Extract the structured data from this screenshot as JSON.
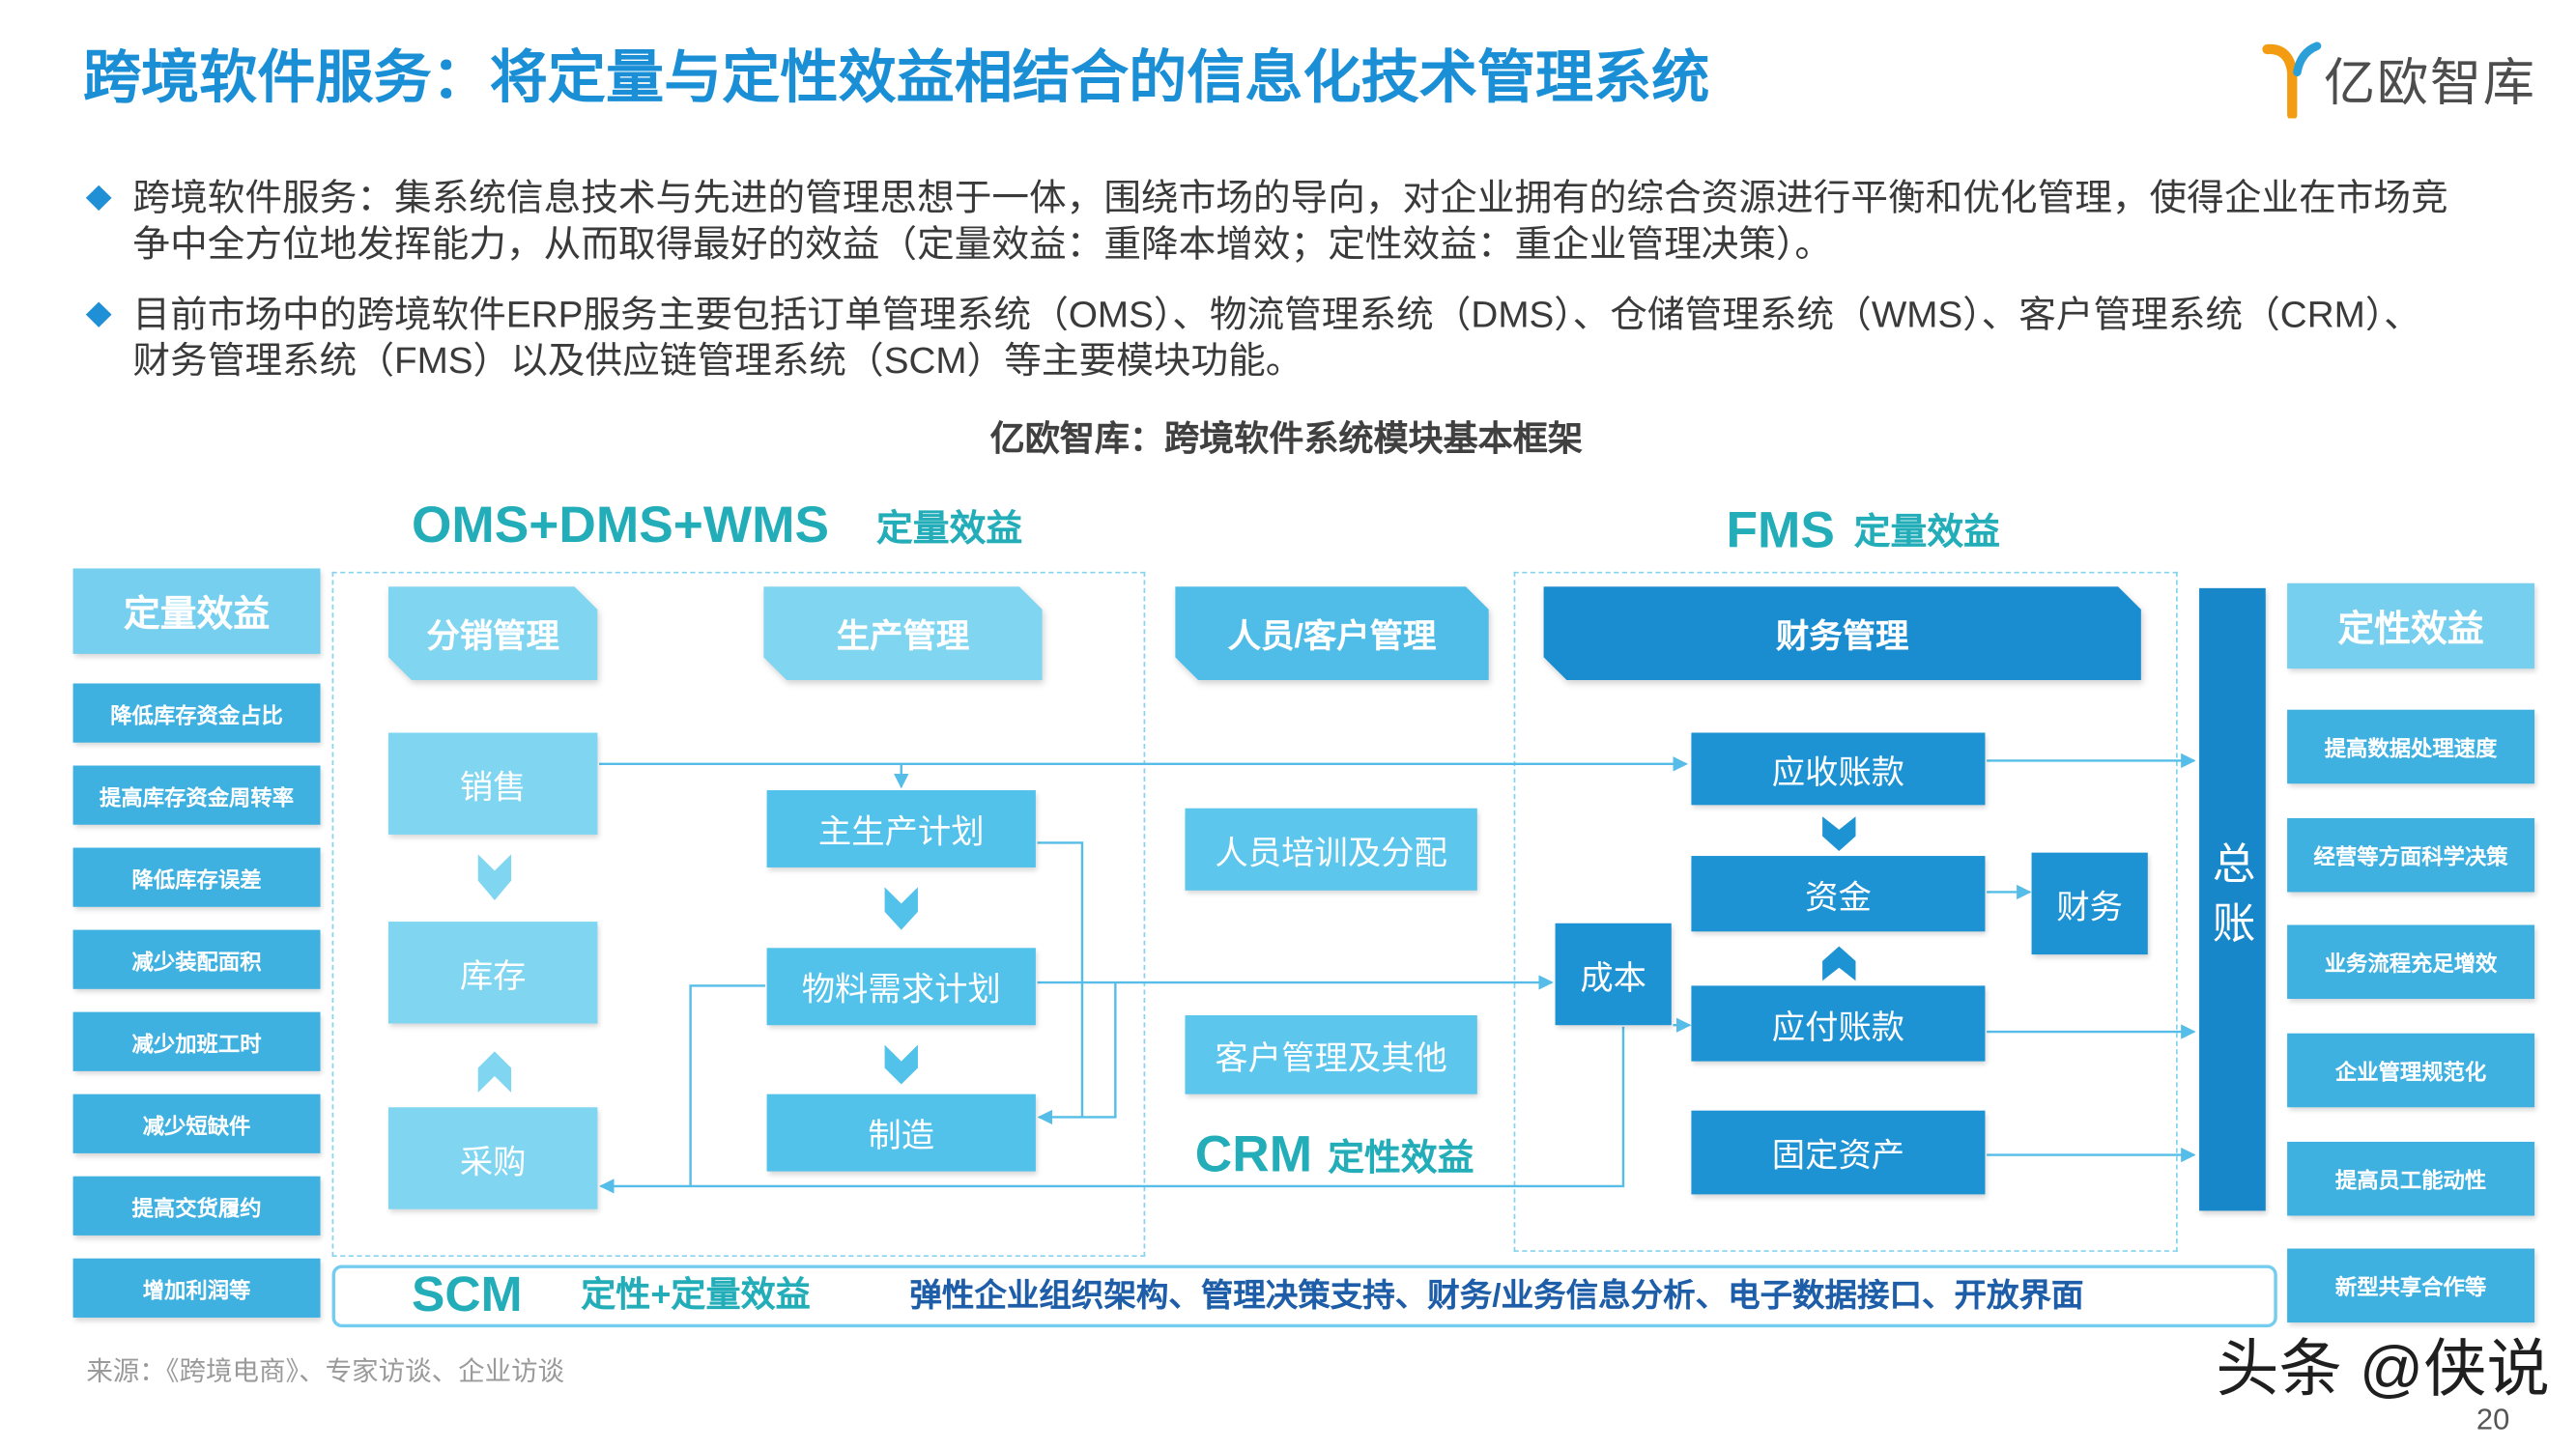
{
  "slide": {
    "title": "跨境软件服务：将定量与定性效益相结合的信息化技术管理系统",
    "logo_text": "亿欧智库",
    "source": "来源：《跨境电商》、专家访谈、企业访谈",
    "page_number": "20",
    "watermark": "头条 @侠说"
  },
  "bullets": [
    {
      "lines": [
        "跨境软件服务：集系统信息技术与先进的管理思想于一体，围绕市场的导向，对企业拥有的综合资源进行平衡和优化管理，使得企业在市场竞",
        "争中全方位地发挥能力，从而取得最好的效益（定量效益：重降本增效；定性效益：重企业管理决策）。"
      ]
    },
    {
      "lines": [
        "目前市场中的跨境软件ERP服务主要包括订单管理系统（OMS）、物流管理系统（DMS）、仓储管理系统（WMS）、客户管理系统（CRM）、",
        "财务管理系统（FMS）以及供应链管理系统（SCM）等主要模块功能。"
      ]
    }
  ],
  "diagram": {
    "caption": "亿欧智库：跨境软件系统模块基本框架",
    "quantitative": {
      "header": "定量效益",
      "items": [
        "降低库存资金占比",
        "提高库存资金周转率",
        "降低库存误差",
        "减少装配面积",
        "减少加班工时",
        "减少短缺件",
        "提高交货履约",
        "增加利润等"
      ]
    },
    "qualitative": {
      "header": "定性效益",
      "items": [
        "提高数据处理速度",
        "经营等方面科学决策",
        "业务流程充足增效",
        "企业管理规范化",
        "提高员工能动性",
        "新型共享合作等"
      ]
    },
    "oms": {
      "title": "OMS+DMS+WMS",
      "benefit": "定量效益",
      "distribution": {
        "header": "分销管理",
        "sales": "销售",
        "inventory": "库存",
        "purchasing": "采购"
      },
      "production": {
        "header": "生产管理",
        "master_plan": "主生产计划",
        "mrp": "物料需求计划",
        "manufacturing": "制造"
      }
    },
    "crm": {
      "title": "CRM",
      "benefit": "定性效益",
      "header": "人员/客户管理",
      "training": "人员培训及分配",
      "customer": "客户管理及其他"
    },
    "fms": {
      "title": "FMS",
      "benefit": "定量效益",
      "header": "财务管理",
      "receivable": "应收账款",
      "funds": "资金",
      "payable": "应付账款",
      "fixed_assets": "固定资产",
      "cost": "成本",
      "finance": "财务"
    },
    "ledger": "总账",
    "scm": {
      "title": "SCM",
      "benefit": "定性+定量效益",
      "features": "弹性企业组织架构、管理决策支持、财务/业务信息分析、电子数据接口、开放界面"
    }
  },
  "icons": {
    "bullet": "diamond-icon",
    "flow_step": "chevron-icon",
    "connector": "arrow-icon",
    "logo": "yiou-logo-icon"
  },
  "colors": {
    "title": "#1b8fd6",
    "bullet": "#1f8fd6",
    "teal": "#22adb8",
    "header-light": "#76cfee",
    "item": "#3fb1e1",
    "light": "#80d5f0",
    "medium": "#52c2eb",
    "crm": "#5dc6ec",
    "crm-head": "#4fbde8",
    "dark": "#1e93d3",
    "dark-head": "#1a8cd0",
    "ledger": "#1787ca",
    "arrow": "#56bde8",
    "scm-text": "#1e5ea8"
  }
}
